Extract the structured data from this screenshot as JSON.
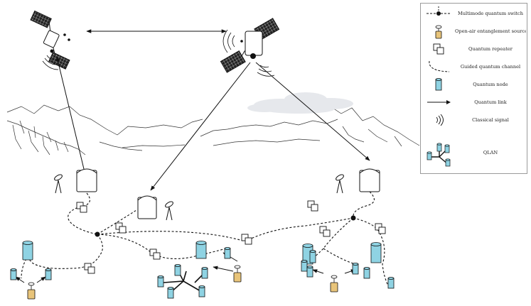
{
  "legend": {
    "items": [
      {
        "key": "switch",
        "icon": "multimode-switch-icon",
        "label": "Multimode quantum switch"
      },
      {
        "key": "source",
        "icon": "entanglement-source-icon",
        "label": "Open-air entanglement source"
      },
      {
        "key": "repeater",
        "icon": "repeater-icon",
        "label": "Quantum repeater"
      },
      {
        "key": "guided",
        "icon": "guided-channel-icon",
        "label": "Guided quantum channel"
      },
      {
        "key": "node",
        "icon": "quantum-node-icon",
        "label": "Quantum node"
      },
      {
        "key": "link",
        "icon": "quantum-link-icon",
        "label": "Quantum link"
      },
      {
        "key": "classical",
        "icon": "classical-signal-icon",
        "label": "Classical signal"
      },
      {
        "key": "qlan",
        "icon": "qlan-icon",
        "label": "QLAN"
      }
    ]
  },
  "colors": {
    "node_fill": "#8fd3e3",
    "source_fill": "#e8c47a",
    "cloud": "#e6e8ec",
    "ink": "#111111"
  }
}
